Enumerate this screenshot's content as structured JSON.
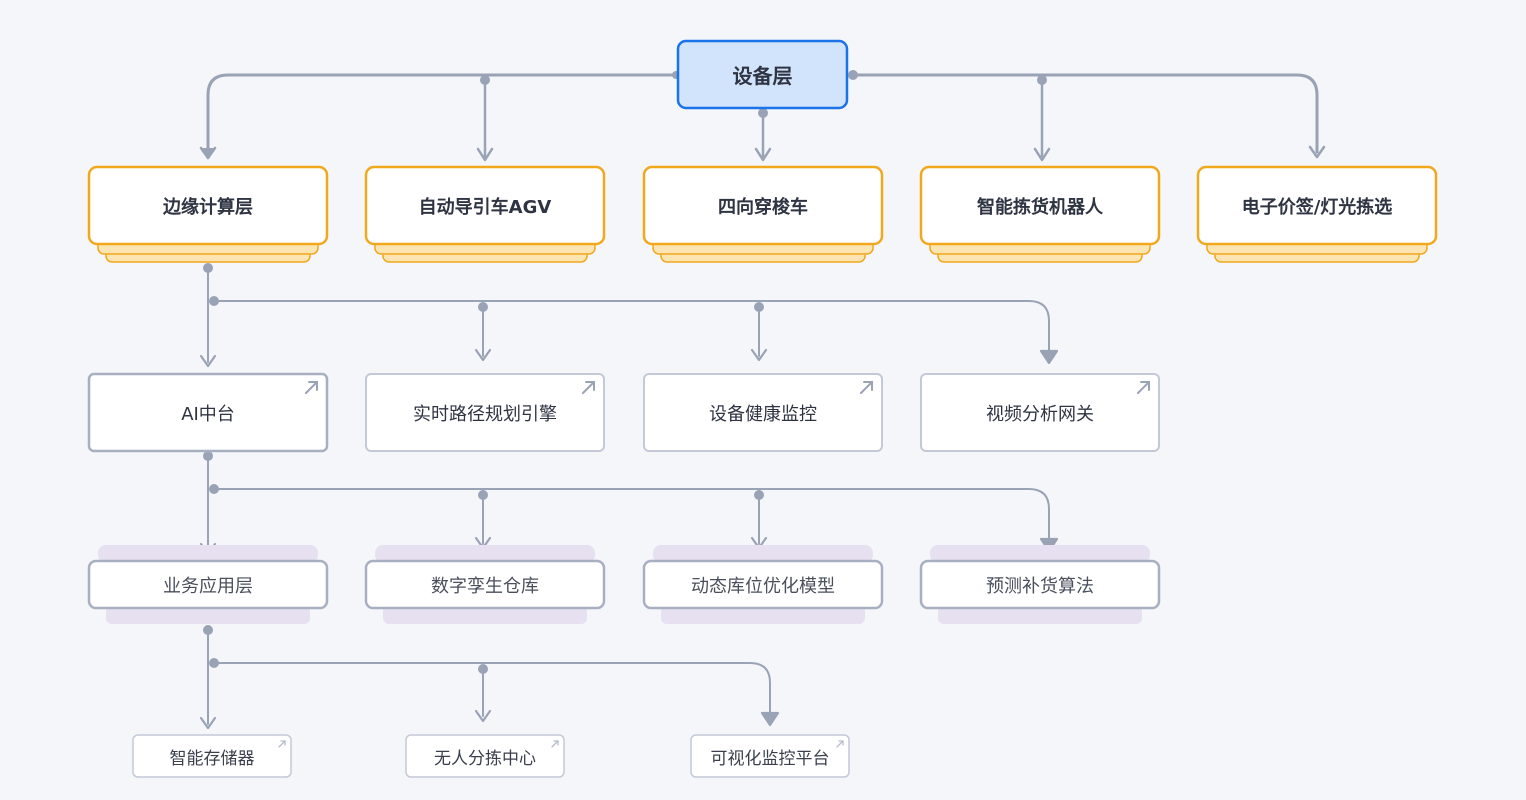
{
  "root": {
    "label": "设备层"
  },
  "level1": [
    {
      "label": "边缘计算层"
    },
    {
      "label": "自动导引车AGV"
    },
    {
      "label": "四向穿梭车"
    },
    {
      "label": "智能拣货机器人"
    },
    {
      "label": "电子价签/灯光拣选"
    }
  ],
  "level2": [
    {
      "label": "AI中台"
    },
    {
      "label": "实时路径规划引擎"
    },
    {
      "label": "设备健康监控"
    },
    {
      "label": "视频分析网关"
    }
  ],
  "level3": [
    {
      "label": "业务应用层"
    },
    {
      "label": "数字孪生仓库"
    },
    {
      "label": "动态库位优化模型"
    },
    {
      "label": "预测补货算法"
    }
  ],
  "level4": [
    {
      "label": "智能存储器"
    },
    {
      "label": "无人分拣中心"
    },
    {
      "label": "可视化监控平台"
    }
  ],
  "colors": {
    "background": "#f5f6fa",
    "connector": "#9aa3b5",
    "root_fill": "#d2e3fc",
    "root_border": "#1a73e8",
    "level1_border": "#f2a81d",
    "level1_stack": "#fde4b3",
    "level2_border": "#a7afc0",
    "level3_stack": "#e7e0f0"
  }
}
